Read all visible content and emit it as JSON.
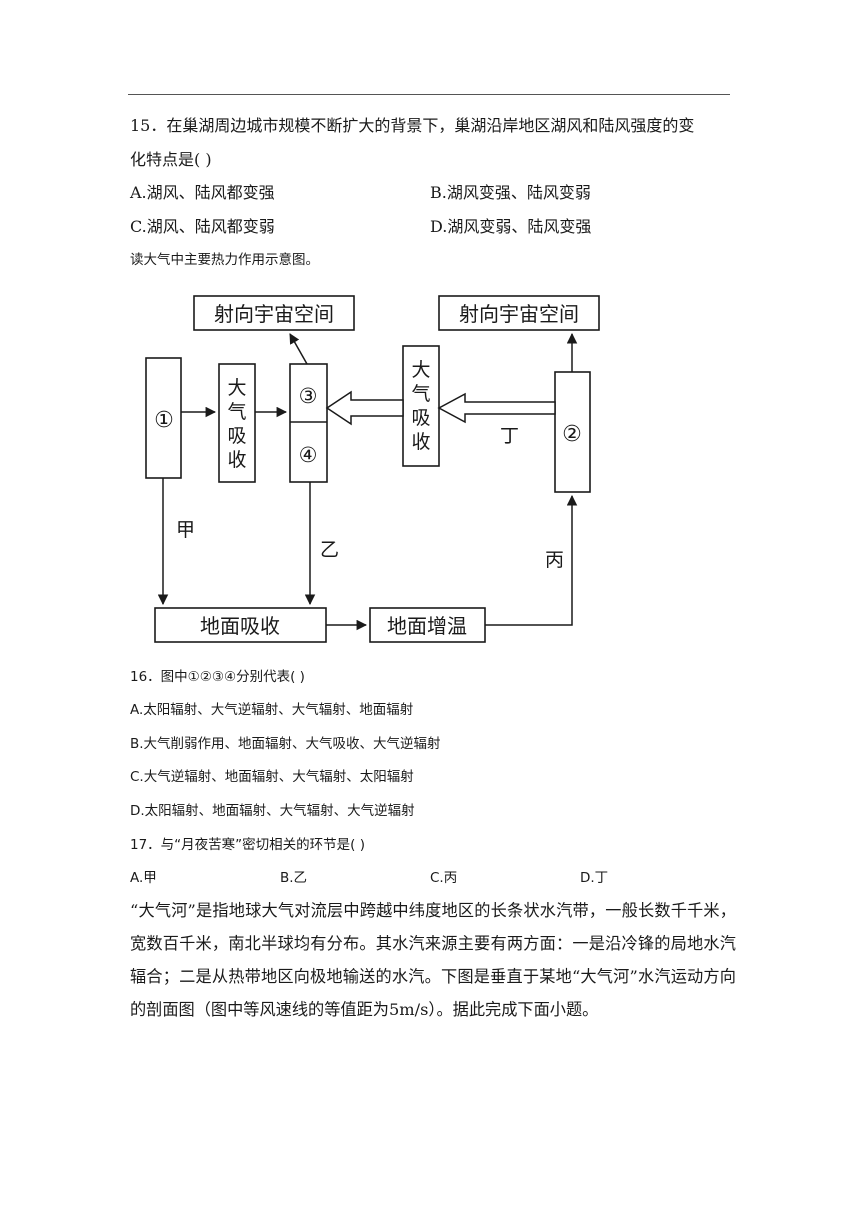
{
  "q15": {
    "stem_line1": "15．在巢湖周边城市规模不断扩大的背景下，巢湖沿岸地区湖风和陆风强度的变",
    "stem_line2": "化特点是(      )",
    "options": [
      "A.湖风、陆风都变强",
      "B.湖风变强、陆风变弱",
      "C.湖风、陆风都变弱",
      "D.湖风变弱、陆风变强"
    ]
  },
  "intro": "读大气中主要热力作用示意图。",
  "diagram": {
    "space_left": "射向宇宙空间",
    "space_right": "射向宇宙空间",
    "box1": "①",
    "box2": "②",
    "box3": "③",
    "box4": "④",
    "absorb_left": [
      "大",
      "气",
      "吸",
      "收"
    ],
    "absorb_right": [
      "大",
      "气",
      "吸",
      "收"
    ],
    "ground_absorb": "地面吸收",
    "ground_warm": "地面增温",
    "label_jia": "甲",
    "label_yi": "乙",
    "label_bing": "丙",
    "label_ding": "丁"
  },
  "q16": {
    "stem": "16．图中①②③④分别代表(      )",
    "options": [
      "A.太阳辐射、大气逆辐射、大气辐射、地面辐射",
      "B.大气削弱作用、地面辐射、大气吸收、大气逆辐射",
      "C.大气逆辐射、地面辐射、大气辐射、太阳辐射",
      "D.太阳辐射、地面辐射、大气辐射、大气逆辐射"
    ]
  },
  "q17": {
    "stem": "17．与“月夜苦寒”密切相关的环节是(      )",
    "options": [
      "A.甲",
      "B.乙",
      "C.丙",
      "D.丁"
    ]
  },
  "passage": "“大气河”是指地球大气对流层中跨越中纬度地区的长条状水汽带，一般长数千千米，宽数百千米，南北半球均有分布。其水汽来源主要有两方面：一是沿冷锋的局地水汽辐合；二是从热带地区向极地输送的水汽。下图是垂直于某地“大气河”水汽运动方向的剖面图（图中等风速线的等值距为5m/s）。据此完成下面小题。"
}
